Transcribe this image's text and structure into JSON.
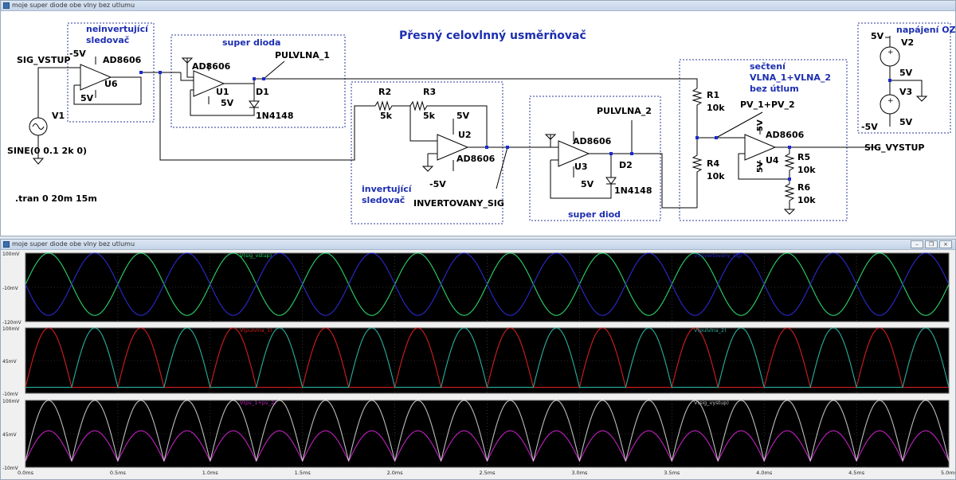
{
  "schematic": {
    "window_title": "moje super diode obe vlny bez utlumu",
    "title": "Přesný celovlnný usměrňovač",
    "blocks": {
      "follower": [
        "neinvertující",
        "sledovač"
      ],
      "super_dioda": "super dioda",
      "inverting": [
        "invertující",
        "sledovač"
      ],
      "super_diod": "super diod",
      "sum": [
        "sečtení",
        "VLNA_1+VLNA_2",
        "bez útlum"
      ],
      "power": "napájení OZ"
    },
    "labels": {
      "sig_vstup": "SIG_VSTUP",
      "pulvlna_1": "PULVLNA_1",
      "pulvlna_2": "PULVLNA_2",
      "invertovany": "INVERTOVANY_SIG",
      "pv_sum": "PV_1+PV_2",
      "sig_vystup": "SIG_VYSTUP"
    },
    "components": {
      "v1": "V1",
      "v1_value": "SINE(0 0.1 2k 0)",
      "v2": "V2",
      "v3": "V3",
      "u6": "U6",
      "u1": "U1",
      "u2": "U2",
      "u3": "U3",
      "u4": "U4",
      "opamp": "AD8606",
      "d1": "D1",
      "d2": "D2",
      "diode": "1N4148",
      "r1": "R1",
      "r2": "R2",
      "r3": "R3",
      "r4": "R4",
      "r5": "R5",
      "r6": "R6",
      "r1_val": "10k",
      "r2_val": "5k",
      "r3_val": "5k",
      "r4_val": "10k",
      "r5_val": "10k",
      "r6_val": "10k"
    },
    "supplies": {
      "pos": "5V",
      "neg": "-5V"
    },
    "directive": ".tran 0 20m 15m"
  },
  "plot": {
    "window_title": "moje super diode obe vlny bez utlumu",
    "panes": [
      {
        "traces": [
          "V(sig_vstup)",
          "V(invertovany_sig)"
        ],
        "yticks": [
          "100mV",
          "-10mV",
          "-120mV"
        ]
      },
      {
        "traces": [
          "V(pulvlna_1)",
          "V(pulvlna_2)"
        ],
        "yticks": [
          "100mV",
          "45mV",
          "-10mV"
        ]
      },
      {
        "traces": [
          "V(pv_1+pv_2)",
          "V(sig_vystup)"
        ],
        "yticks": [
          "100mV",
          "45mV",
          "-10mV"
        ]
      }
    ],
    "xticks": [
      "0.0ms",
      "0.5ms",
      "1.0ms",
      "1.5ms",
      "2.0ms",
      "2.5ms",
      "3.0ms",
      "3.5ms",
      "4.0ms",
      "4.5ms",
      "5.0ms"
    ],
    "colors": {
      "sig_vstup": "#2bd46b",
      "invertovany_sig": "#2a2ad0",
      "pulvlna_1": "#d41e1e",
      "pulvlna_2": "#2ab0a0",
      "pv_sum": "#c020c0",
      "sig_vystup": "#bdbdbd"
    }
  },
  "chart_data": [
    {
      "type": "line",
      "x_unit": "ms",
      "xlim": [
        0,
        5
      ],
      "ylim": [
        -120,
        100
      ],
      "y_unit": "mV",
      "series": [
        {
          "name": "V(sig_vstup)",
          "function": "sine",
          "amplitude_mV": 100,
          "frequency_kHz": 2,
          "phase_deg": 0
        },
        {
          "name": "V(invertovany_sig)",
          "function": "sine",
          "amplitude_mV": 100,
          "frequency_kHz": 2,
          "phase_deg": 180
        }
      ]
    },
    {
      "type": "line",
      "x_unit": "ms",
      "xlim": [
        0,
        5
      ],
      "ylim": [
        -10,
        100
      ],
      "y_unit": "mV",
      "series": [
        {
          "name": "V(pulvlna_1)",
          "function": "half-wave",
          "amplitude_mV": 100,
          "frequency_kHz": 2,
          "phase_deg": 0
        },
        {
          "name": "V(pulvlna_2)",
          "function": "half-wave",
          "amplitude_mV": 100,
          "frequency_kHz": 2,
          "phase_deg": 180
        }
      ]
    },
    {
      "type": "line",
      "x_unit": "ms",
      "xlim": [
        0,
        5
      ],
      "ylim": [
        -10,
        100
      ],
      "y_unit": "mV",
      "series": [
        {
          "name": "V(pv_1+pv_2)",
          "function": "full-wave",
          "amplitude_mV": 50,
          "frequency_kHz": 2
        },
        {
          "name": "V(sig_vystup)",
          "function": "full-wave",
          "amplitude_mV": 100,
          "frequency_kHz": 2
        }
      ]
    }
  ]
}
